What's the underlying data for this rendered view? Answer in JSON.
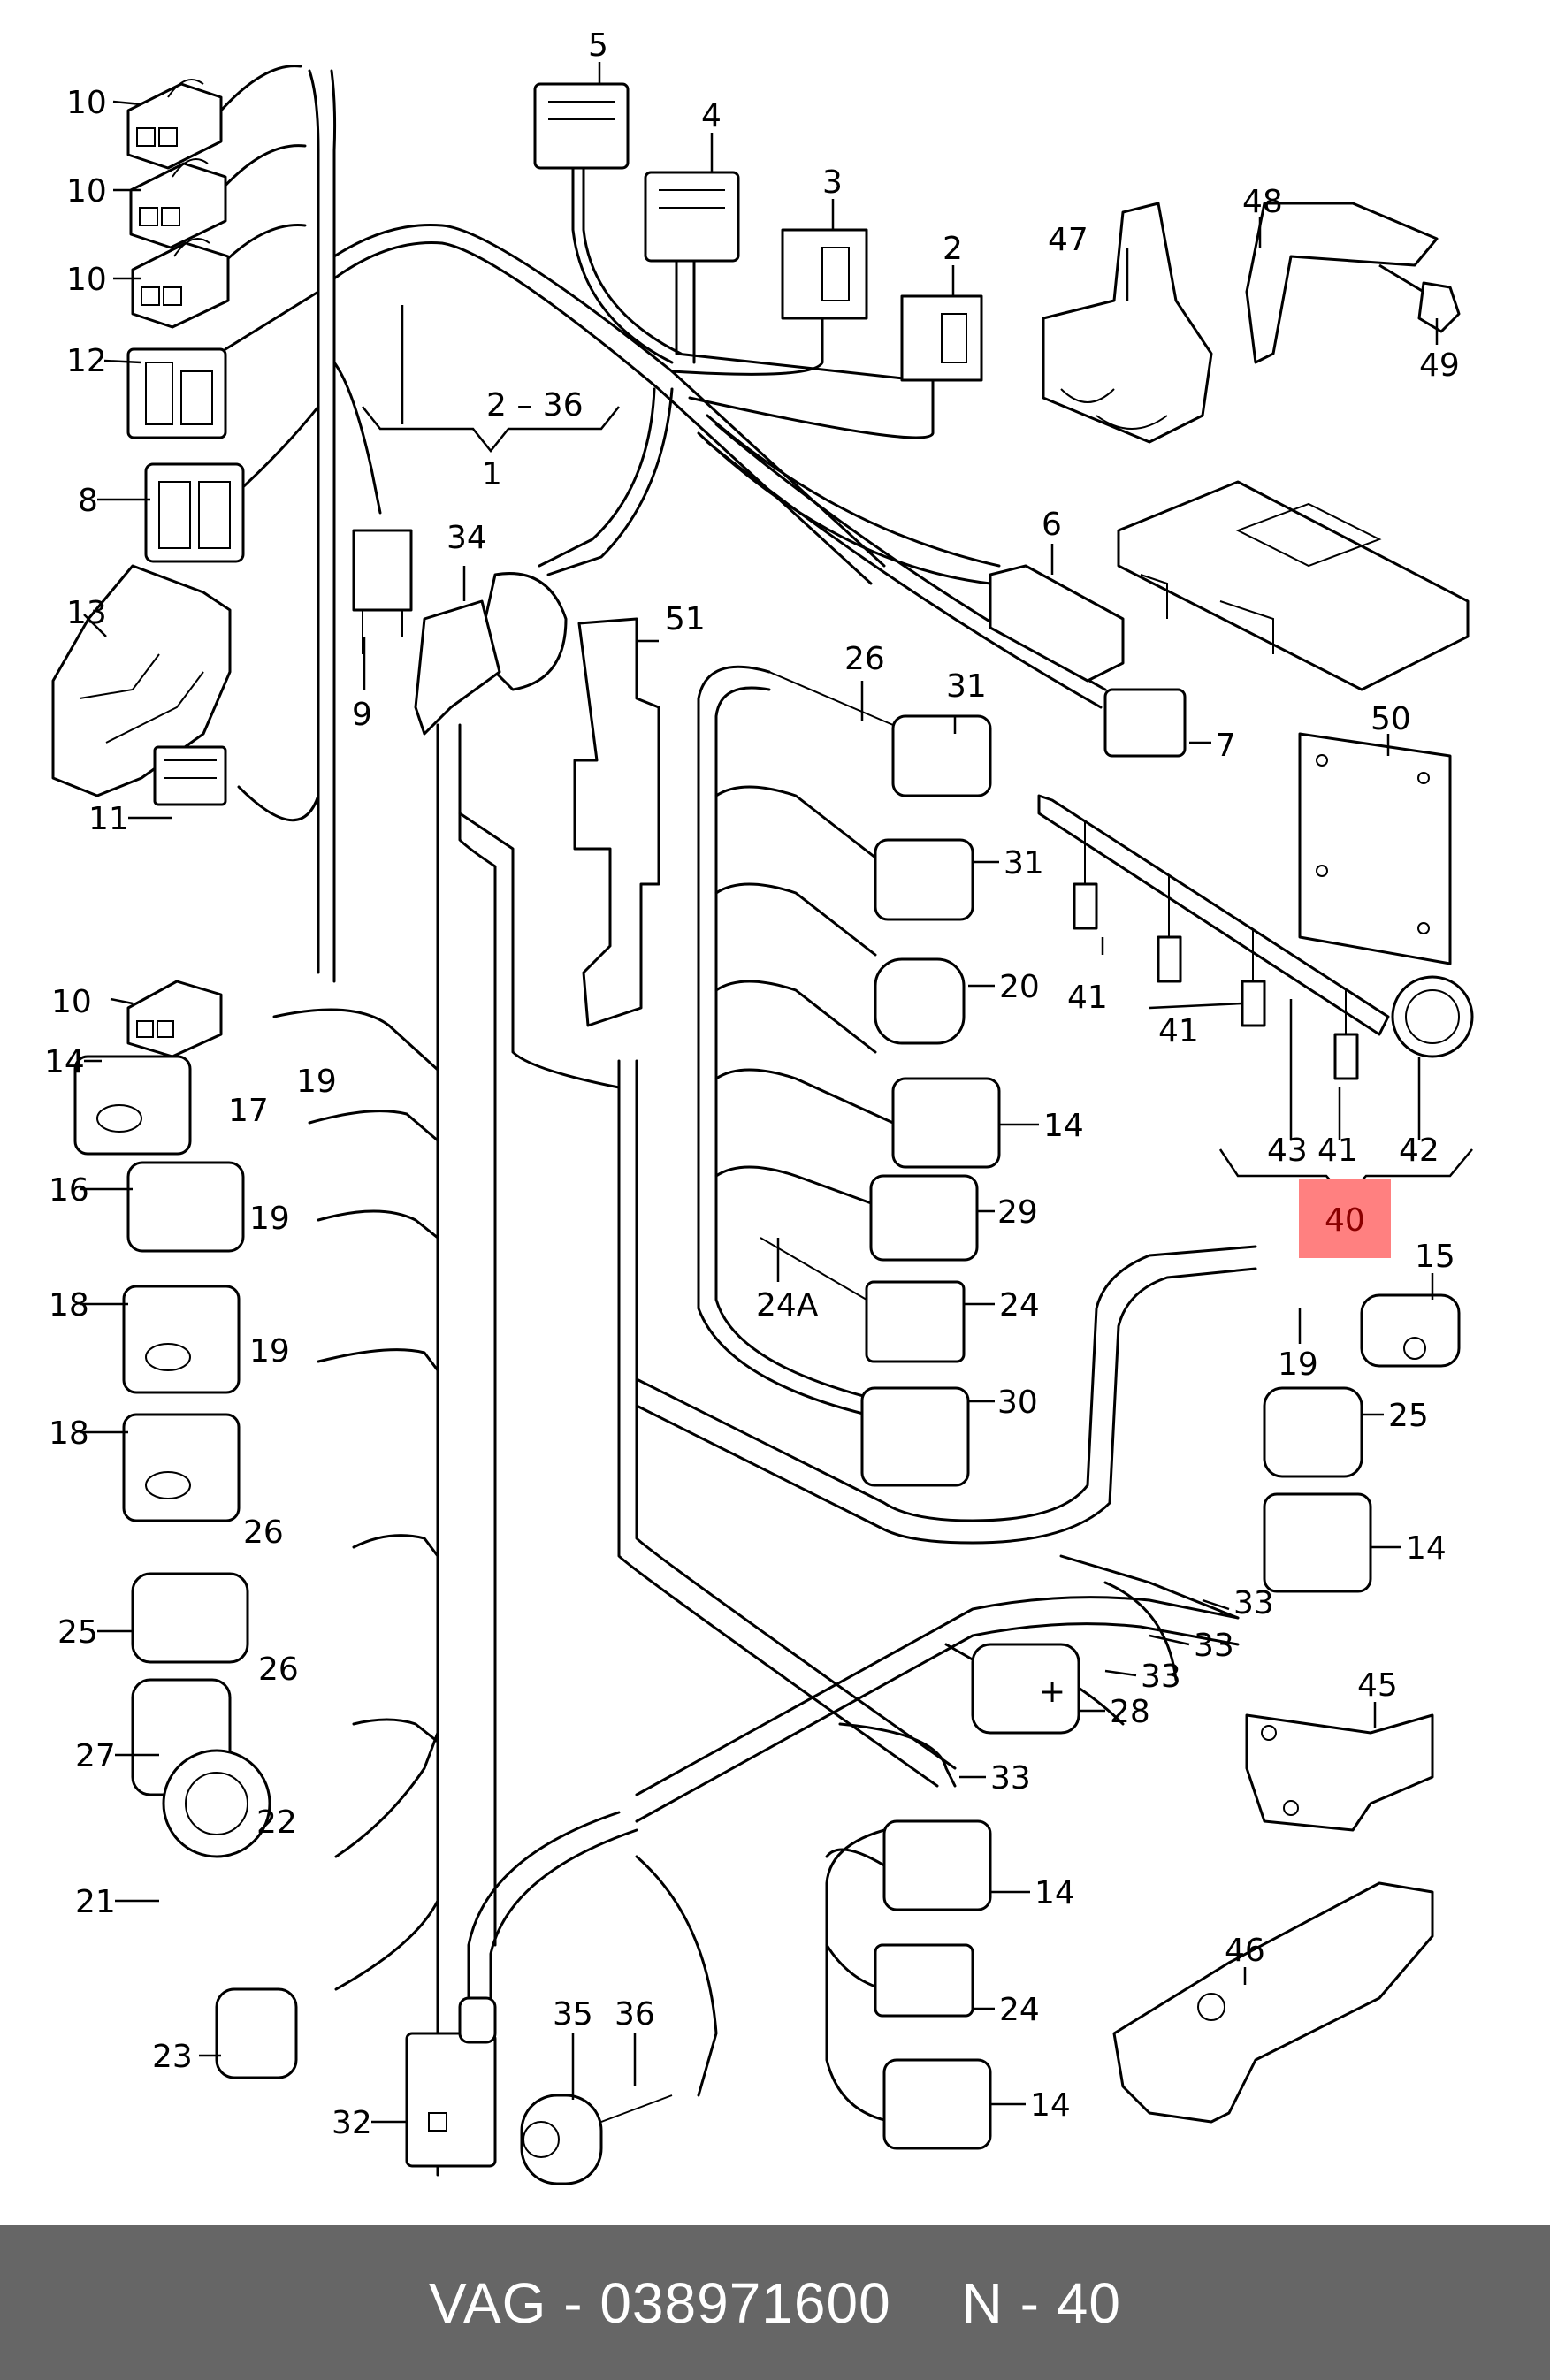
{
  "diagram": {
    "title": "Engine wiring harness parts diagram",
    "highlight_color": "#ff8080",
    "highlighted_part": "40",
    "group_labels": {
      "range_2_36": "2 – 36",
      "range_1": "1",
      "group_40": "40"
    },
    "labels": {
      "p1": "1",
      "p2": "2",
      "p3": "3",
      "p4": "4",
      "p5": "5",
      "p6": "6",
      "p7": "7",
      "p8": "8",
      "p9": "9",
      "p10a": "10",
      "p10b": "10",
      "p10c": "10",
      "p10d": "10",
      "p11": "11",
      "p12": "12",
      "p13": "13",
      "p14a": "14",
      "p14b": "14",
      "p14c": "14",
      "p14d": "14",
      "p14e": "14",
      "p15": "15",
      "p16": "16",
      "p17": "17",
      "p18a": "18",
      "p18b": "18",
      "p19a": "19",
      "p19b": "19",
      "p19c": "19",
      "p19d": "19",
      "p20": "20",
      "p21": "21",
      "p22": "22",
      "p23": "23",
      "p24a": "24",
      "p24b": "24",
      "p24A": "24A",
      "p25a": "25",
      "p25b": "25",
      "p26a": "26",
      "p26b": "26",
      "p26c": "26",
      "p27": "27",
      "p28": "28",
      "p29": "29",
      "p30": "30",
      "p31a": "31",
      "p31b": "31",
      "p32": "32",
      "p33a": "33",
      "p33b": "33",
      "p33c": "33",
      "p33d": "33",
      "p34": "34",
      "p35": "35",
      "p36": "36",
      "p41a": "41",
      "p41b": "41",
      "p41c": "41",
      "p42": "42",
      "p43": "43",
      "p45": "45",
      "p46": "46",
      "p47": "47",
      "p48": "48",
      "p49": "49",
      "p50": "50",
      "p51": "51"
    }
  },
  "footer": {
    "brand": "VAG",
    "separator": "-",
    "part_number": "038971600",
    "position_prefix": "N",
    "position_number": "40"
  }
}
